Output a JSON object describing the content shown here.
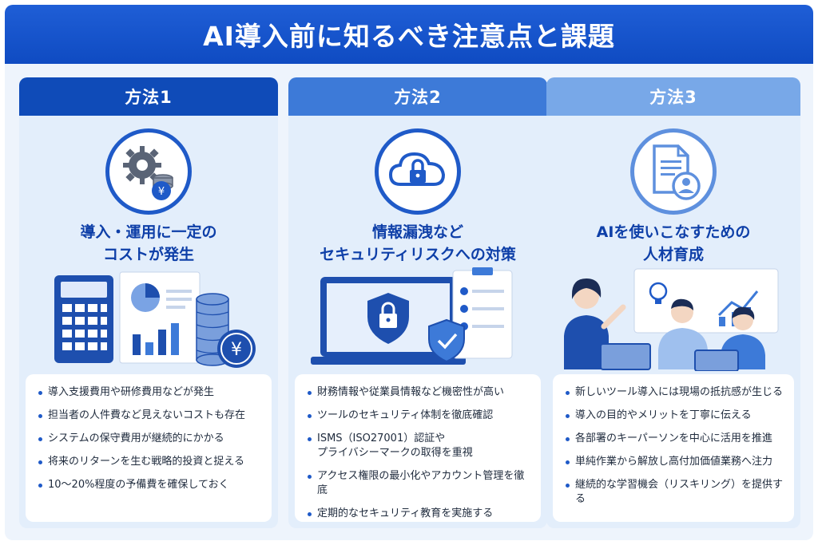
{
  "title": "AI導入前に知るべき注意点と課題",
  "columns": [
    {
      "heading": "方法1",
      "title_lines": [
        "導入・運用に一定の",
        "コストが発生"
      ],
      "icon": "gear-coin-icon",
      "items": [
        "導入支援費用や研修費用などが発生",
        "担当者の人件費など見えないコストも存在",
        "システムの保守費用が継続的にかかる",
        "将来のリターンを生む戦略的投資と捉える",
        "10〜20%程度の予備費を確保しておく"
      ]
    },
    {
      "heading": "方法2",
      "title_lines": [
        "情報漏洩など",
        "セキュリティリスクへの対策"
      ],
      "icon": "cloud-lock-icon",
      "items": [
        "財務情報や従業員情報など機密性が高い",
        "ツールのセキュリティ体制を徹底確認",
        "ISMS（ISO27001）認証や\nプライバシーマークの取得を重視",
        "アクセス権限の最小化やアカウント管理を徹底",
        "定期的なセキュリティ教育を実施する"
      ]
    },
    {
      "heading": "方法3",
      "title_lines": [
        "AIを使いこなすための",
        "人材育成"
      ],
      "icon": "document-person-icon",
      "items": [
        "新しいツール導入には現場の抵抗感が生じる",
        "導入の目的やメリットを丁寧に伝える",
        "各部署のキーパーソンを中心に活用を推進",
        "単純作業から解放し高付加価値業務へ注力",
        "継続的な学習機会（リスキリング）を提供する"
      ]
    }
  ],
  "colors": {
    "header": "#0f4bc2",
    "accent": "#1f5ac8",
    "panel": "#e3eefb"
  },
  "illustration_texts": {
    "yen": "¥"
  }
}
